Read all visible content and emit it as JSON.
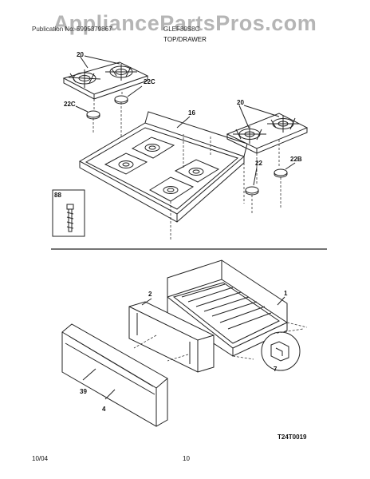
{
  "watermark": "AppliancePartsPros.com",
  "header": {
    "publication_left": "Publication No. 5995379867",
    "model": "GLEF30S8C",
    "section": "TOP/DRAWER"
  },
  "callouts": {
    "grate_left": "20",
    "cap_22c_upper": "22C",
    "cap_22c_left": "22C",
    "cooktop": "16",
    "grate_right": "20",
    "cap_22": "22",
    "cap_22b": "22B",
    "part_88": "88",
    "drawer_body": "1",
    "drawer_panel": "2",
    "drawer_front": "4",
    "handle": "39",
    "glide": "7"
  },
  "diagram_code": "T24T0019",
  "footer": {
    "date": "10/04",
    "page": "10"
  }
}
